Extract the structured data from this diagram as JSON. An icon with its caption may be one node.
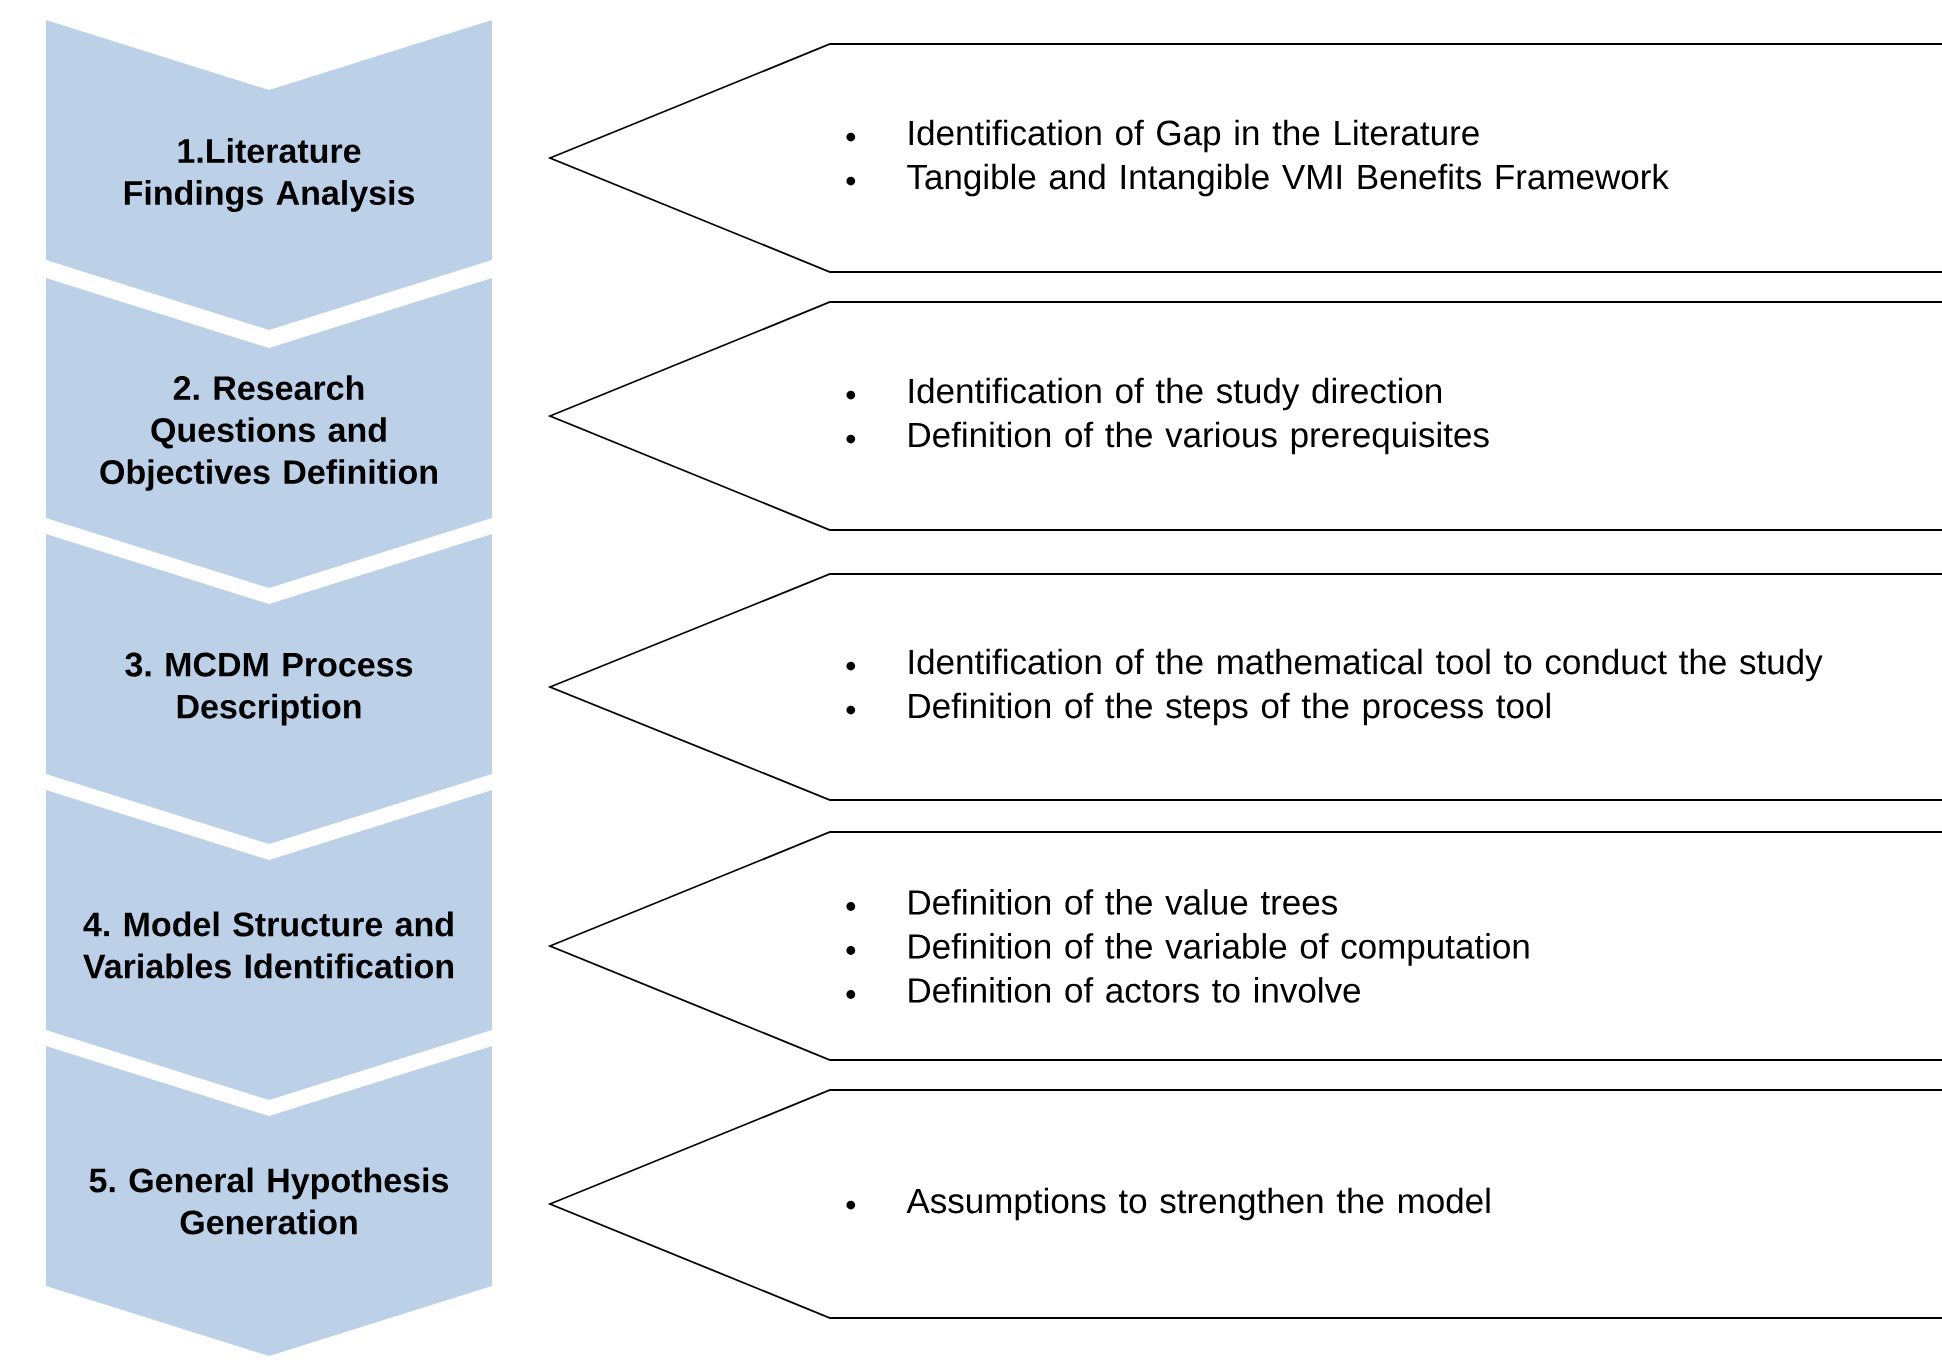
{
  "diagram": {
    "nodes": [
      {
        "text": [
          "1.Literature Findings Analysis"
        ]
      },
      {
        "text": [
          "Identification of Gap in the Literature",
          "Tangible and Intangible VMI Benefits Framework"
        ]
      },
      {
        "text": [
          "2. Research Questions and Objectives Definition"
        ]
      },
      {
        "text": [
          "Identification of the study direction",
          "Definition of the various prerequisites"
        ]
      },
      {
        "text": [
          "3. MCDM Process Description"
        ]
      },
      {
        "text": [
          "Identification of the mathematical tool to conduct the study",
          "Definition of the steps of the process tool"
        ]
      },
      {
        "text": [
          "4. Model Structure and Variables Identification"
        ]
      },
      {
        "text": [
          "Definition of the value trees",
          "Definition of the variable of computation",
          "Definition of actors to involve"
        ]
      },
      {
        "text": [
          "5. General Hypothesis Generation"
        ]
      },
      {
        "text": [
          "Assumptions to strengthen the model"
        ]
      }
    ]
  }
}
